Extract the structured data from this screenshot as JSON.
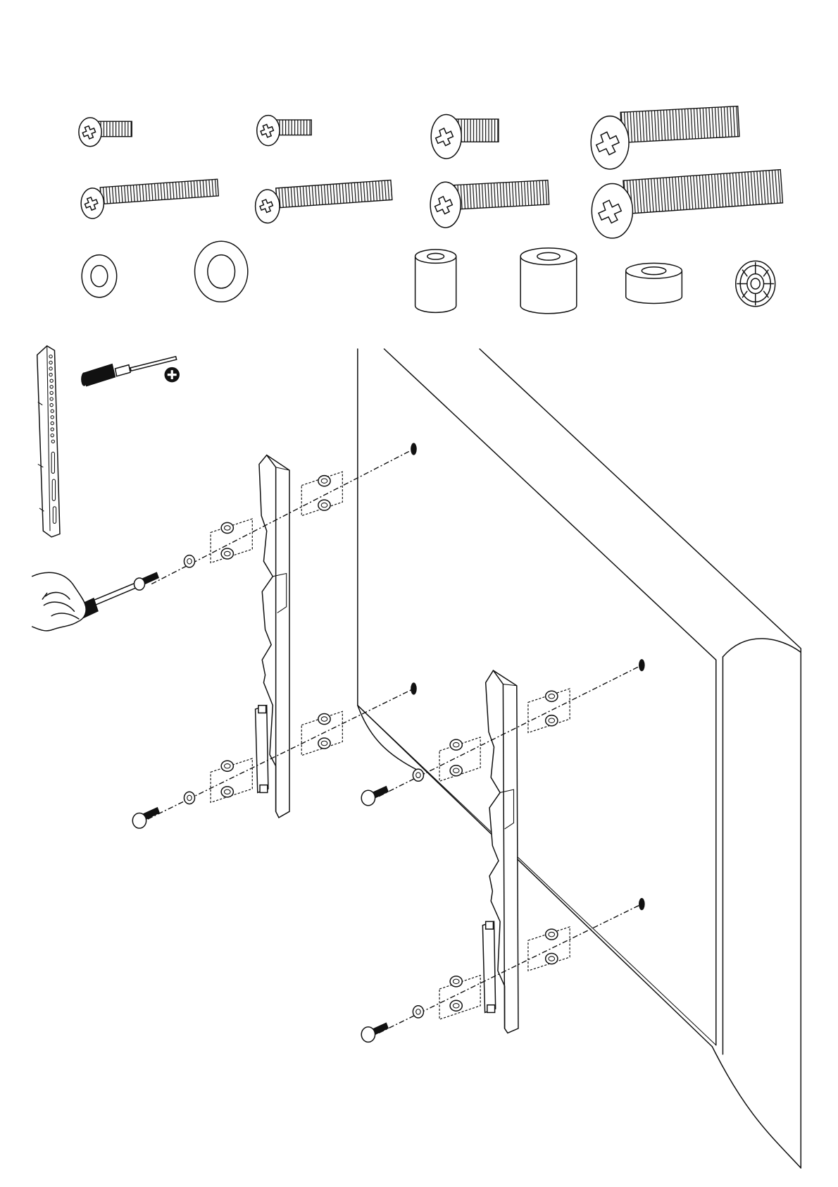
{
  "diagram": {
    "parts": {
      "screws_row_1": [
        "screw-m4-short",
        "screw-m4-short",
        "screw-m6-short",
        "screw-m8-short"
      ],
      "screws_row_2": [
        "screw-m4-long",
        "screw-m5-long",
        "screw-m6-long",
        "screw-m8-long"
      ],
      "washers_spacers": [
        "washer-small",
        "washer-large",
        "spacer-tall",
        "spacer-wide",
        "spacer-short",
        "adapter-disc"
      ]
    },
    "tools": [
      "screwdriver-icon",
      "phillips-plus-icon"
    ],
    "icon_colors": {
      "stroke": "#111111",
      "fill": "#ffffff",
      "plus_fill": "#111111"
    }
  }
}
